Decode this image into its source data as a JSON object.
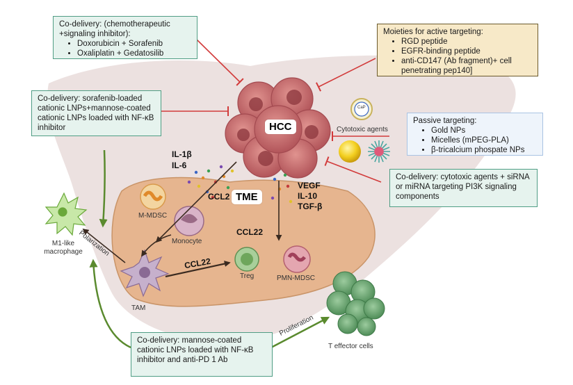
{
  "boxes": {
    "codelivery_chemo": {
      "title": "Co-delivery: (chemotherapeutic +signaling inhibitor):",
      "items": [
        "Doxorubicin + Sorafenib",
        "Oxaliplatin + Gedatosilib"
      ]
    },
    "active_targeting": {
      "title": "Moieties for active targeting:",
      "items": [
        "RGD peptide",
        "EGFR-binding peptide",
        "anti-CD147 (Ab fragment)+ cell penetrating pep140]"
      ]
    },
    "codelivery_sorafenib": {
      "text": "Co-delivery: sorafenib-loaded cationic LNPs+mannose-coated cationic LNPs loaded with NF-κB inhibitor"
    },
    "passive_targeting": {
      "title": "Passive targeting:",
      "items": [
        "Gold NPs",
        "Micelles (mPEG-PLA)",
        "β-tricalcium phospate NPs"
      ]
    },
    "codelivery_sirna": {
      "text": "Co-delivery: cytotoxic agents + siRNA or miRNA targeting PI3K signaling components"
    },
    "codelivery_mannose": {
      "text": "Co-delivery: mannose-coated cationic LNPs loaded with NF-κB inhibitor and anti-PD 1 Ab"
    }
  },
  "labels": {
    "hcc": "HCC",
    "tme": "TME",
    "cytotoxic_agents": "Cytotoxic agents",
    "cap": "CaP",
    "il1b": "IL-1β",
    "il6": "IL-6",
    "ccl2": "CCL2",
    "vegf": "VEGF",
    "il10": "IL-10",
    "tgfb": "TGF-β",
    "ccl22_top": "CCL22",
    "ccl22_arrow": "CCL22",
    "m_mdsc": "M-MDSC",
    "monocyte": "Monocyte",
    "tam": "TAM",
    "treg": "Treg",
    "pmn_mdsc": "PMN-MDSC",
    "m1_macrophage": "M1-like macrophage",
    "polarization": "Polarization",
    "proliferation": "Proliferation",
    "t_effector": "T effector cells"
  },
  "colors": {
    "green_box_fill": "#e6f3ee",
    "green_box_border": "#4f9d84",
    "tan_box_fill": "#f7e9c8",
    "tan_box_border": "#6b5a2b",
    "blue_box_fill": "#eef4fb",
    "blue_box_border": "#a9c3e3",
    "inhibition_red": "#d23b3b",
    "liver": "#e9dcda",
    "tme_region": "#e6b58f",
    "tumor": "#c8646a",
    "green_arrow": "#5a8a2e"
  }
}
